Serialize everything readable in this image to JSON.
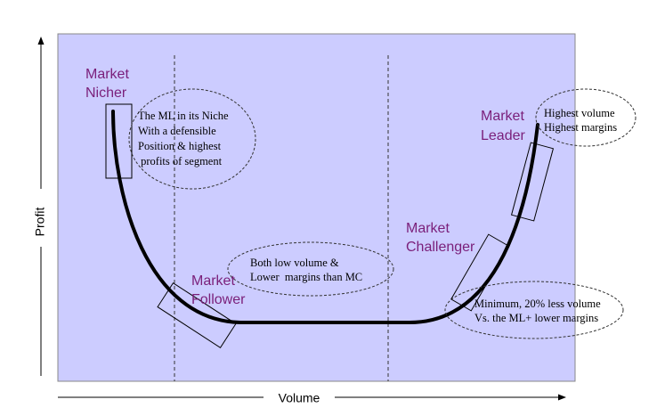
{
  "axes": {
    "x_label": "Volume",
    "y_label": "Profit"
  },
  "segments": {
    "niche": {
      "title_line1": "Market",
      "title_line2": "Nicher"
    },
    "follower": {
      "title_line1": "Market",
      "title_line2": "Follower"
    },
    "challenger": {
      "title_line1": "Market",
      "title_line2": "Challenger"
    },
    "leader": {
      "title_line1": "Market",
      "title_line2": "Leader"
    }
  },
  "notes": {
    "niche": [
      "The ML in its Niche",
      "With a defensible",
      "Position & highest",
      " profits of segment"
    ],
    "follower": [
      "Both low volume &",
      "Lower  margins than MC"
    ],
    "challenger": [
      "Minimum, 20% less volume",
      "Vs. the ML+ lower margins"
    ],
    "leader": [
      "Highest volume",
      "Highest margins"
    ]
  },
  "colors": {
    "panel_fill": "#ccccff",
    "label_purple": "#7a1f7a",
    "curve": "#000000"
  }
}
